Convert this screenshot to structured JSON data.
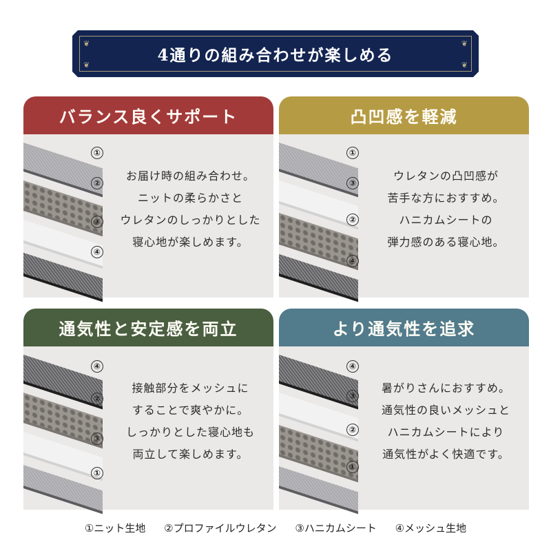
{
  "banner": {
    "title": "4通りの組み合わせが楽しめる",
    "bg_color": "#132451",
    "border_color": "#a99c78"
  },
  "panels": [
    {
      "title": "バランス良くサポート",
      "header_color": "#a33a3a",
      "layer_order": [
        "①",
        "②",
        "③",
        "④"
      ],
      "description": [
        "お届け時の組み合わせ。",
        "ニットの柔らかさと",
        "ウレタンのしっかりとした",
        "寝心地が楽しめます。"
      ]
    },
    {
      "title": "凸凹感を軽減",
      "header_color": "#b69b45",
      "layer_order": [
        "①",
        "③",
        "②",
        "④"
      ],
      "description": [
        "ウレタンの凸凹感が",
        "苦手な方におすすめ。",
        "ハニカムシートの",
        "弾力感のある寝心地。"
      ]
    },
    {
      "title": "通気性と安定感を両立",
      "header_color": "#4a5e40",
      "layer_order": [
        "④",
        "②",
        "③",
        "①"
      ],
      "description": [
        "接触部分をメッシュに",
        "することで爽やかに。",
        "しっかりとした寝心地も",
        "両立して楽しめます。"
      ]
    },
    {
      "title": "より通気性を追求",
      "header_color": "#527b8c",
      "layer_order": [
        "④",
        "③",
        "②",
        "①"
      ],
      "description": [
        "暑がりさんにおすすめ。",
        "通気性の良いメッシュと",
        "ハニカムシートにより",
        "通気性がよく快適です。"
      ]
    }
  ],
  "legend": [
    "①ニット生地",
    "②プロファイルウレタン",
    "③ハニカムシート",
    "④メッシュ生地"
  ]
}
